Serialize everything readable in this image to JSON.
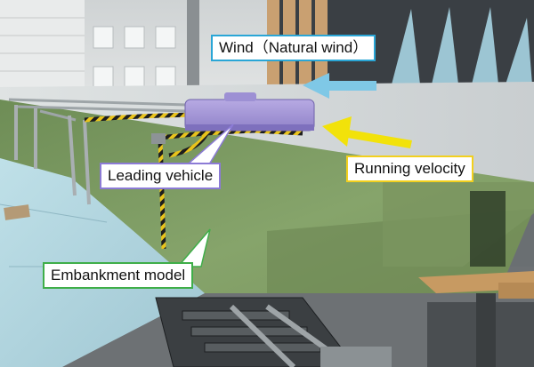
{
  "photo": {
    "subject": "wind-tunnel-style test of a model leading vehicle on an embankment model",
    "colors": {
      "hall_wall": "#d9dcdd",
      "embankment": "#7f9a63",
      "vehicle": "#a99bd9",
      "floor_panel": "#b3d6df",
      "wind_arrow": "#7fc8e6",
      "velocity_arrow": "#f2e20a"
    }
  },
  "labels": {
    "wind": "Wind（Natural wind）",
    "running_velocity": "Running velocity",
    "leading_vehicle": "Leading vehicle",
    "embankment_model": "Embankment model"
  },
  "label_colors": {
    "wind": "#2aa6d6",
    "running_velocity": "#f2d01e",
    "leading_vehicle": "#8c7bd6",
    "embankment_model": "#3fae49"
  },
  "arrows": {
    "wind": {
      "direction": "left",
      "color": "#7fc8e6"
    },
    "running_velocity": {
      "direction": "left",
      "color": "#f2e20a"
    }
  }
}
